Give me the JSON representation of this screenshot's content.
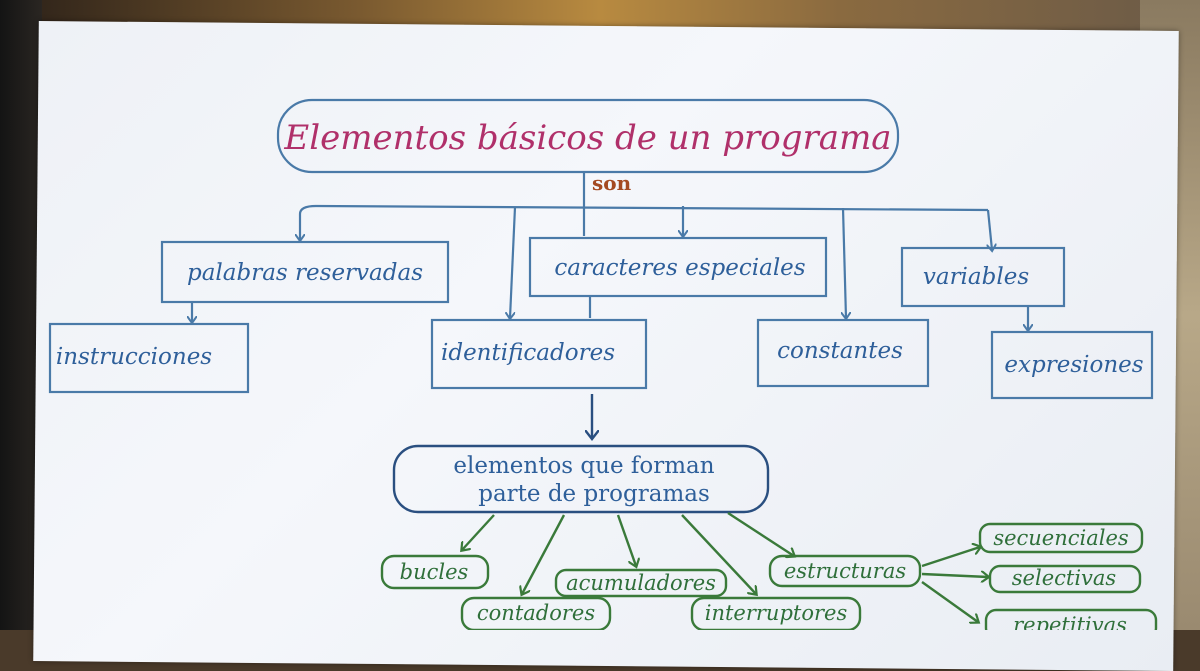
{
  "title": "Elementos básicos de un programa",
  "connector": "son",
  "level1": {
    "palabras": "palabras reservadas",
    "caracteres": "caracteres especiales",
    "variables": "variables",
    "instrucciones": "instrucciones",
    "identificadores": "identificadores",
    "constantes": "constantes",
    "expresiones": "expresiones"
  },
  "center": {
    "line1": "elementos que forman",
    "line2": "parte de programas"
  },
  "level2": {
    "bucles": "bucles",
    "contadores": "contadores",
    "acumuladores": "acumuladores",
    "interruptores": "interruptores",
    "estructuras": "estructuras"
  },
  "level3": {
    "secuenciales": "secuenciales",
    "selectivas": "selectivas",
    "repetitivas": "repetitivas"
  },
  "colors": {
    "title": "#b0306a",
    "blue": "#2e5f9a",
    "green": "#2f6f3a",
    "connector": "#a44a22"
  }
}
